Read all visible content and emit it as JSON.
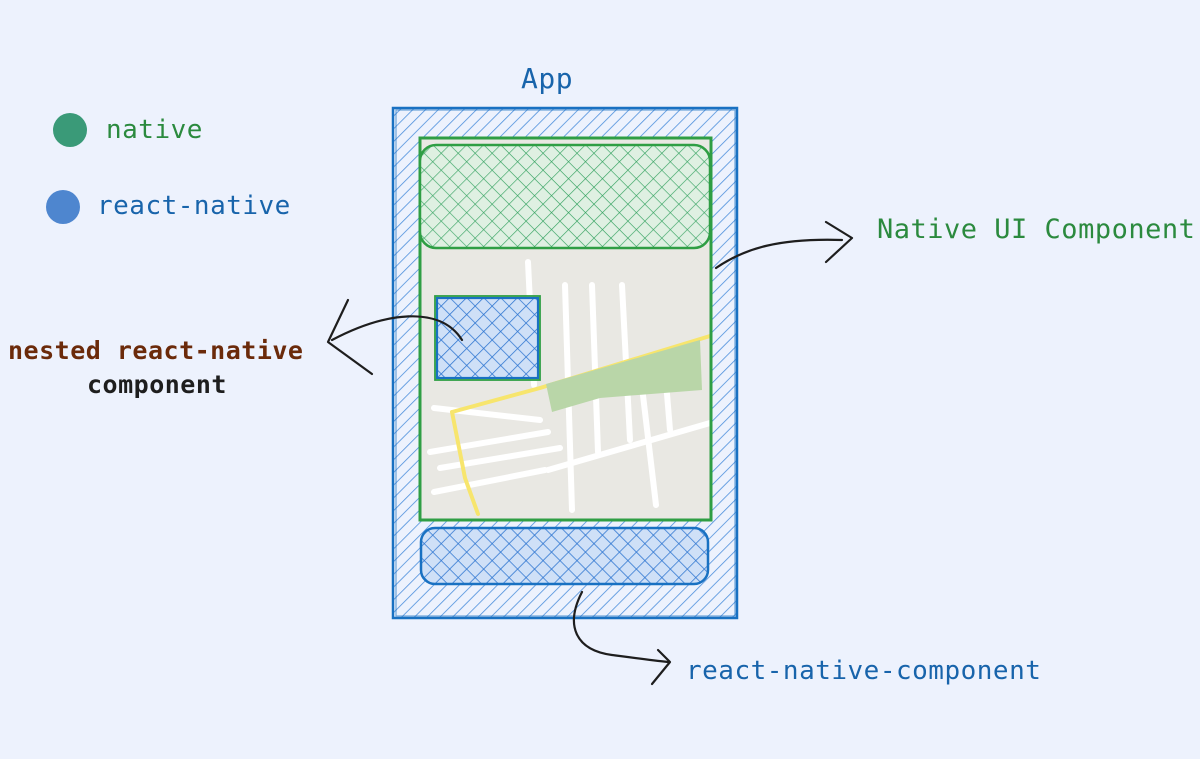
{
  "app_label": "App",
  "legend": [
    {
      "label": "native",
      "color": "#3a9a78"
    },
    {
      "label": "react-native",
      "color": "#4e86cf"
    }
  ],
  "labels": {
    "native_ui_component": "Native UI Component",
    "nested_line1": "nested react-native",
    "nested_line2": "component",
    "react_native_component": "react-native-component"
  },
  "colors": {
    "background": "#edf2fd",
    "react_native_blue": "#1971c2",
    "native_green": "#2f9e44",
    "label_green": "#2b8a3e",
    "label_blue": "#1864ab",
    "nested_label": "#6b2a0a",
    "map_fill": "#e9e8e3",
    "map_road_major": "#f7e56d",
    "map_park": "#b9d6a8",
    "arrow": "#1e1e1e"
  }
}
